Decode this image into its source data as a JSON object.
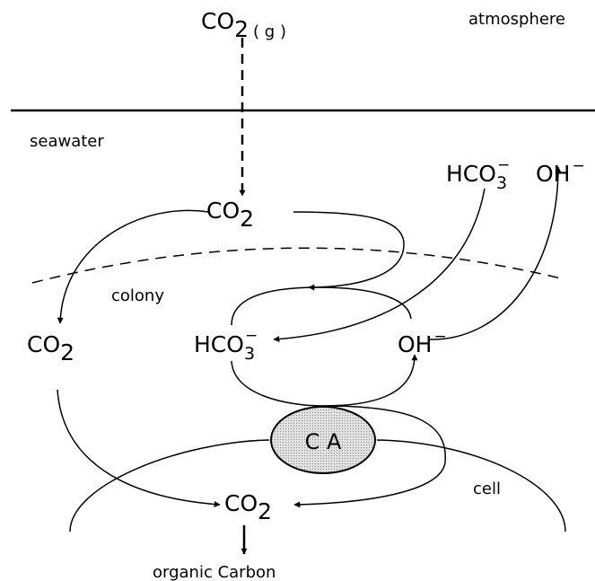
{
  "labels": {
    "atmosphere": "atmosphere",
    "seawater": "seawater",
    "colony": "colony",
    "cell": "cell",
    "organic_carbon": "organic Carbon",
    "ca": "C A"
  },
  "species": {
    "co2_gas": {
      "main": "CO",
      "sub": "2",
      "state": "( g )"
    },
    "co2_seawater": {
      "main": "CO",
      "sub": "2"
    },
    "co2_colony": {
      "main": "CO",
      "sub": "2"
    },
    "co2_cell": {
      "main": "CO",
      "sub": "2"
    },
    "hco3_seawater": {
      "main": "HCO",
      "sub": "3",
      "sup": "−"
    },
    "oh_seawater": {
      "main": "OH",
      "sup": "−"
    },
    "hco3_colony": {
      "main": "HCO",
      "sub": "3",
      "sup": "−"
    },
    "oh_colony": {
      "main": "OH",
      "sup": "−"
    }
  },
  "colors": {
    "ink": "#000000",
    "enzyme_fill": "#cfcfcf"
  }
}
